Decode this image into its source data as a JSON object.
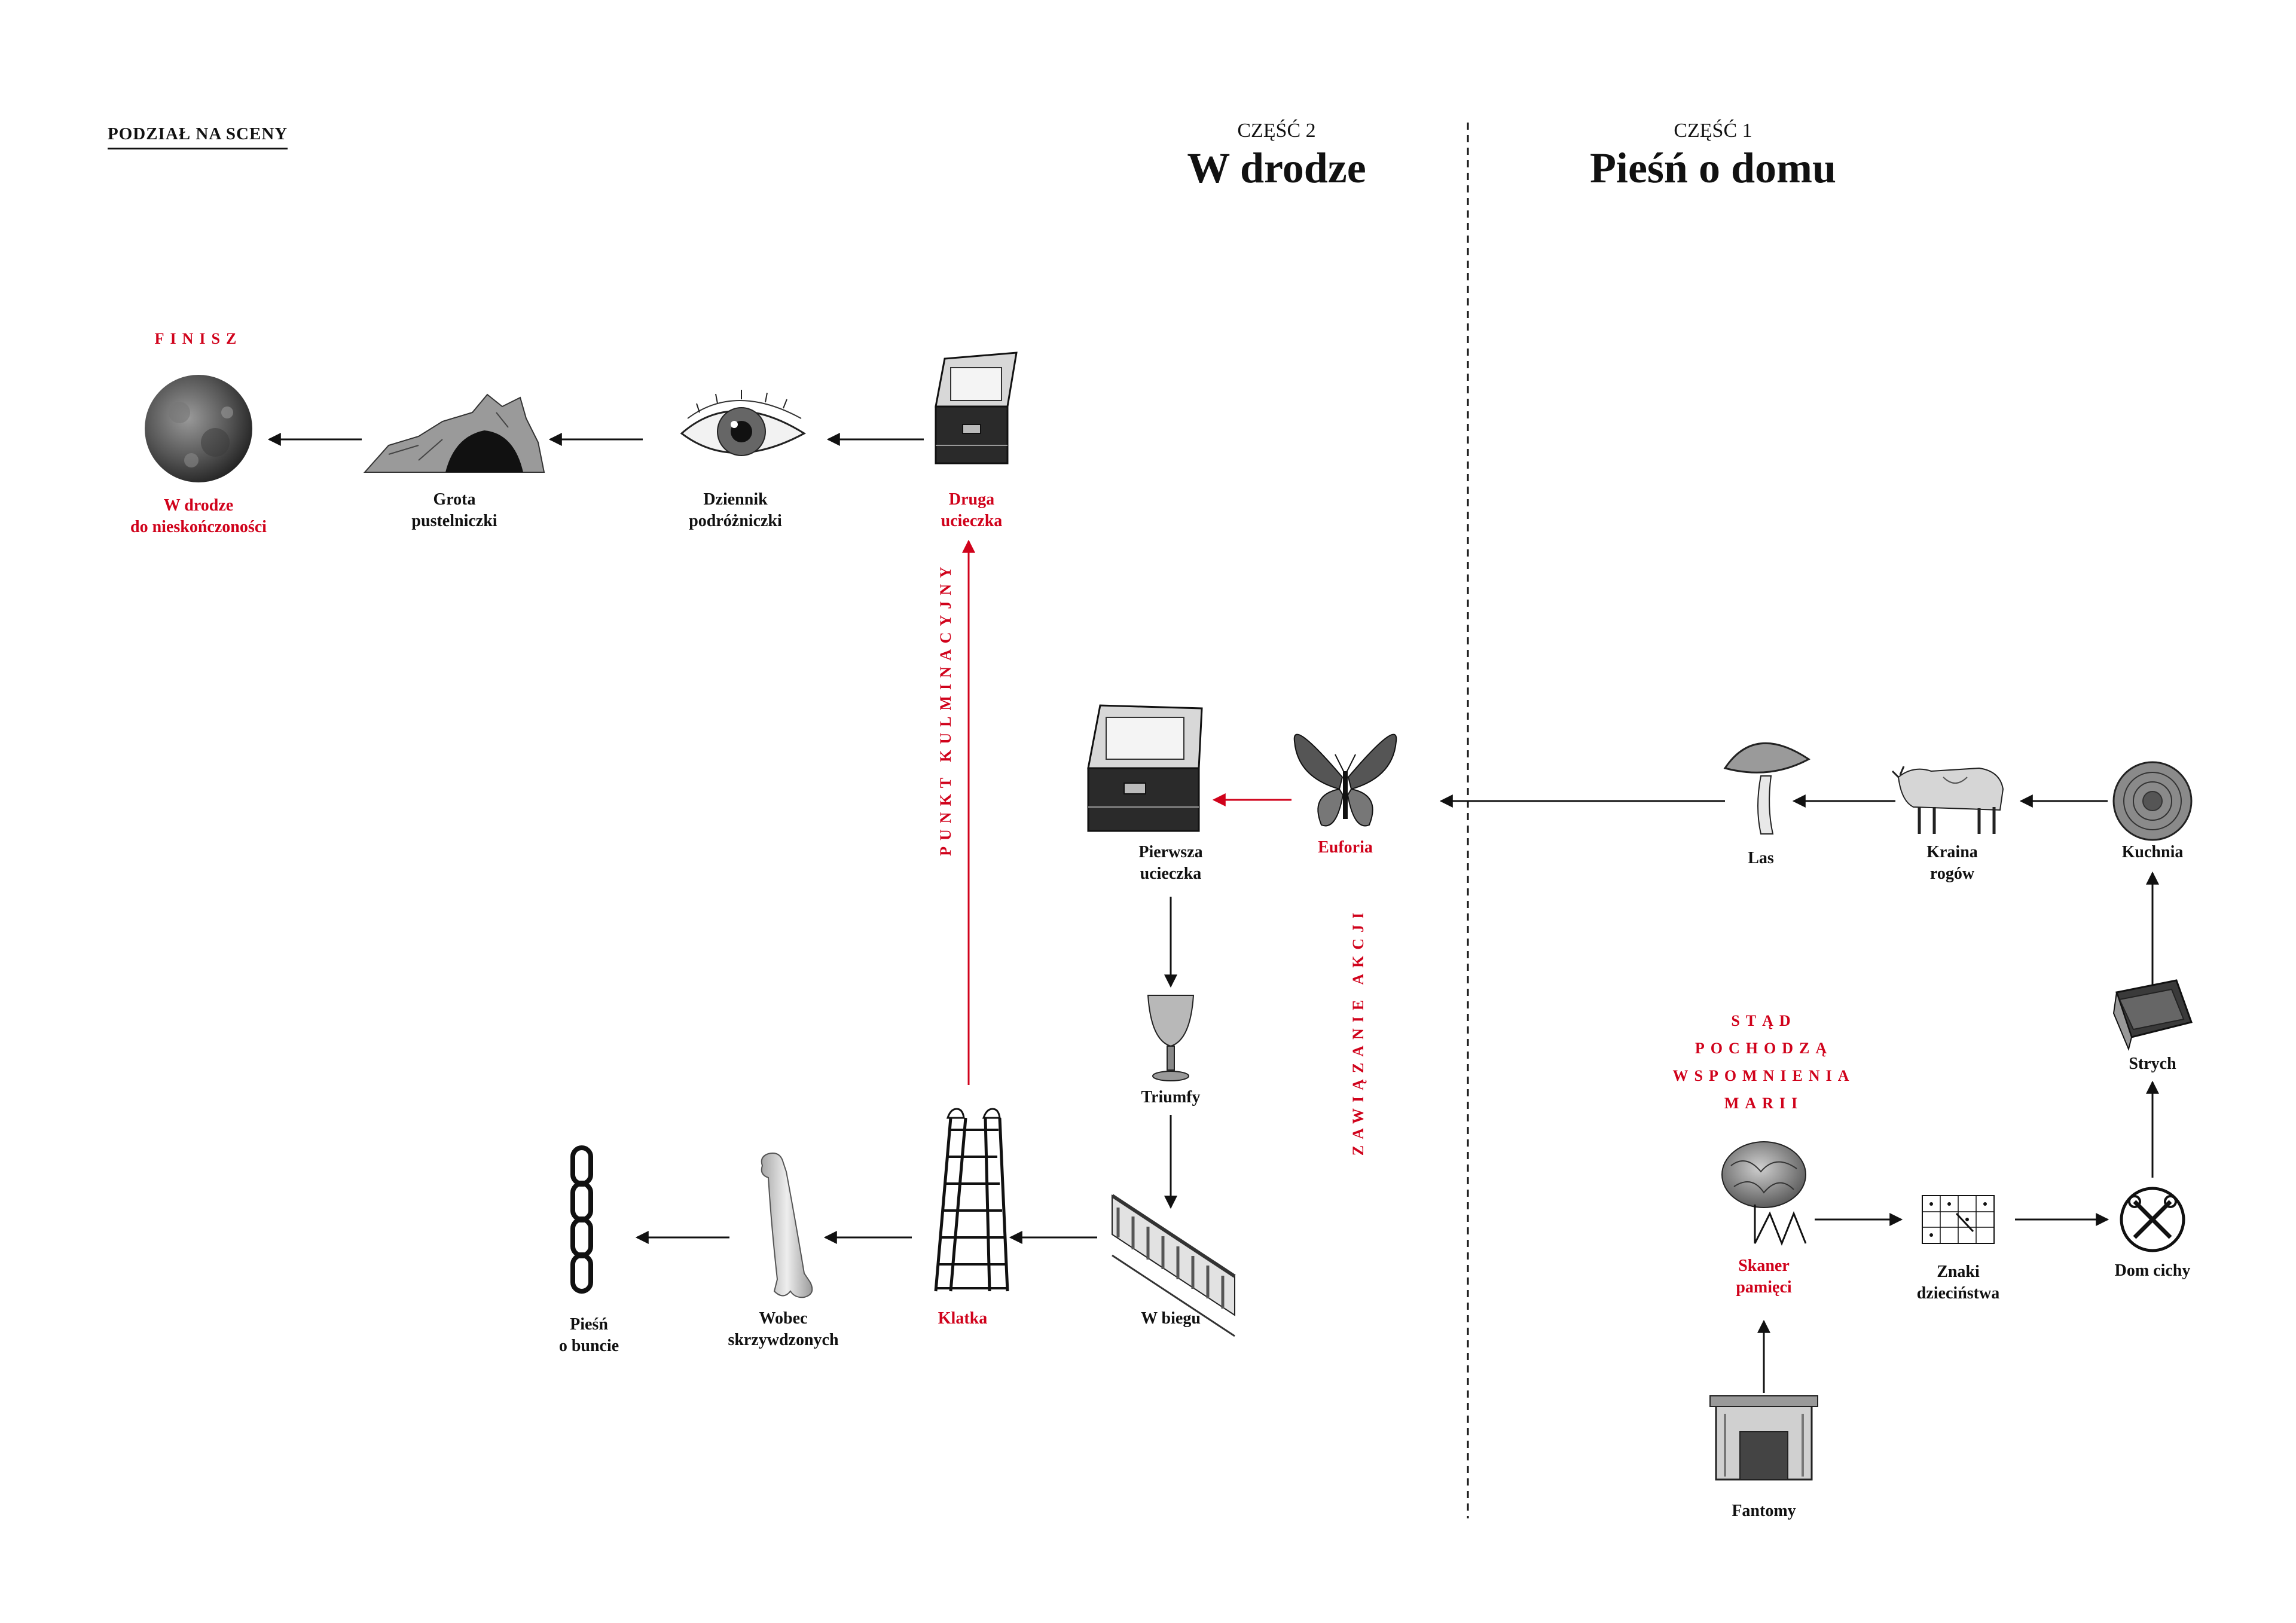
{
  "header": {
    "section_label": "PODZIAŁ NA SCENY"
  },
  "parts": [
    {
      "small": "CZĘŚĆ 2",
      "big": "W drodze"
    },
    {
      "small": "CZĘŚĆ 1",
      "big": "Pieśń o domu"
    }
  ],
  "annotations": {
    "finisz": "FINISZ",
    "climax": "PUNKT KULMINACYJNY",
    "action": "ZAWIĄZANIE AKCJI",
    "memories": "STĄD\nPOCHODZĄ\nWSPOMNIENIA\nMARII"
  },
  "scenes": {
    "nieskonczonosc": "W drodze\ndo nieskończoności",
    "grota": "Grota\npustelniczki",
    "dziennik": "Dziennik\npodróżniczki",
    "druga": "Druga\nucieczka",
    "pierwsza": "Pierwsza\nucieczka",
    "euforia": "Euforia",
    "las": "Las",
    "kraina": "Kraina\nrogów",
    "kuchnia": "Kuchnia",
    "triumfy": "Triumfy",
    "strych": "Strych",
    "skaner": "Skaner\npamięci",
    "znaki": "Znaki\ndzieciństwa",
    "dom": "Dom cichy",
    "fantomy": "Fantomy",
    "wbiegu": "W biegu",
    "klatka": "Klatka",
    "wobec": "Wobec\nskrzywdzonych",
    "piesn": "Pieśń\no buncie"
  },
  "colors": {
    "accent": "#d0021b",
    "ink": "#111111"
  }
}
